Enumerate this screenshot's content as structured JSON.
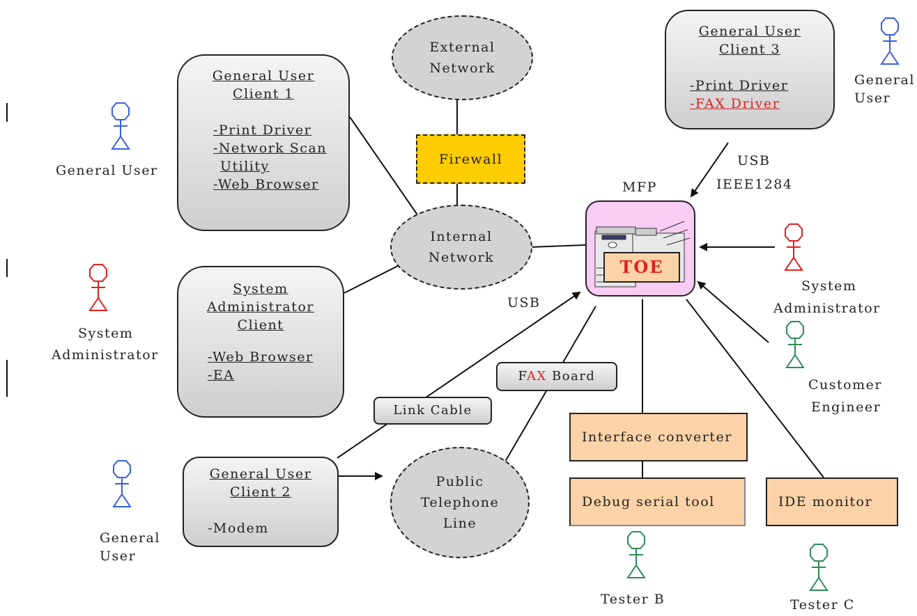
{
  "clients": {
    "client1": {
      "title1": "General User ",
      "title2": "Client 1",
      "items": [
        "-Print Driver",
        "-Network Scan",
        " Utility",
        "-Web Browser"
      ]
    },
    "client3": {
      "title1": "General User ",
      "title2": "Client 3",
      "items": [
        "-Print Driver",
        "-FAX Driver "
      ]
    },
    "admin": {
      "title1": "System ",
      "title2": "Administrator ",
      "title3": "Client",
      "items": [
        "-Web Browser",
        "-EA"
      ]
    },
    "client2": {
      "title1": "General User ",
      "title2": "Client 2",
      "items": [
        "-Modem"
      ]
    }
  },
  "networks": {
    "external": [
      "External",
      "Network"
    ],
    "internal": [
      "Internal",
      "Network"
    ],
    "telephone": [
      "Public",
      "Telephone",
      "Line"
    ]
  },
  "firewall": "Firewall",
  "mfp": {
    "label": "MFP",
    "toe": "TOE"
  },
  "fax_board": {
    "prefix": "F",
    "highlight": "AX",
    "suffix": " Board"
  },
  "link_cable": "Link Cable",
  "tools": {
    "interface": "Interface converter",
    "debug": "Debug serial tool",
    "ide": "IDE monitor"
  },
  "connection_labels": {
    "usb_ieee_1": "USB",
    "usb_ieee_2": "IEEE1284",
    "usb": "USB"
  },
  "actors": {
    "general_user_left": "General User",
    "sys_admin_left_1": "System",
    "sys_admin_left_2": "Administrator",
    "general_user_bottom_1": "General",
    "general_user_bottom_2": "User",
    "general_user_right_1": "General",
    "general_user_right_2": "User",
    "sys_admin_right_1": "System",
    "sys_admin_right_2": "Administrator",
    "customer_engineer_1": "Customer",
    "customer_engineer_2": "Engineer",
    "tester_b": "Tester B",
    "tester_c": "Tester C"
  },
  "colors": {
    "blue": "#3a5fd9",
    "red": "#e02020",
    "green": "#2e8b57",
    "firewall": "#ffcc00",
    "mfp_bg": "#f8ccf5",
    "tool_bg": "#fcd3a8"
  }
}
